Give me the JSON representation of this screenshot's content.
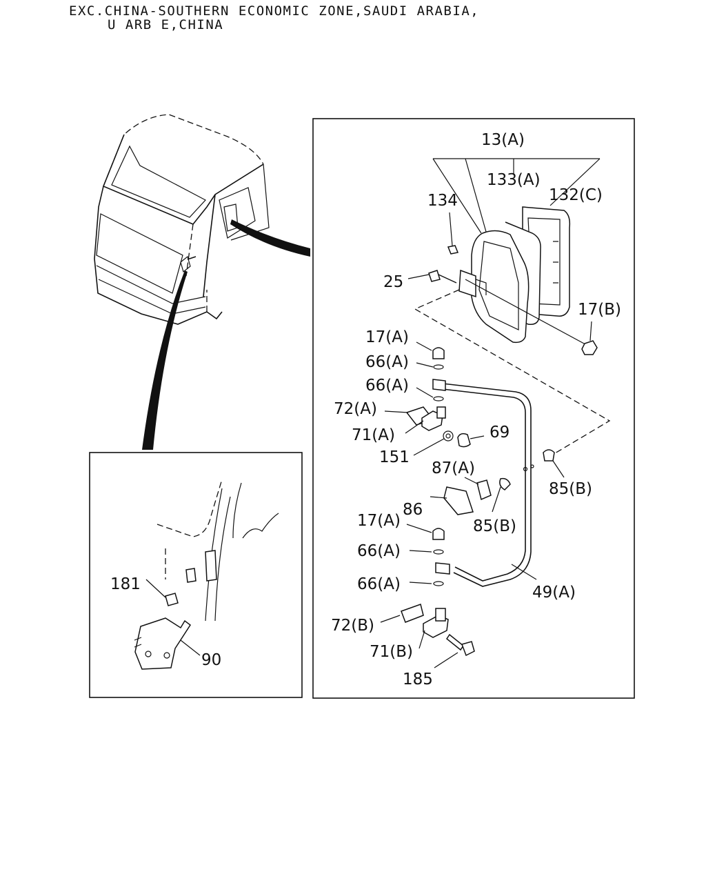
{
  "header": {
    "line1": "EXC.CHINA-SOUTHERN ECONOMIC ZONE,SAUDI ARABIA,",
    "line2": "U ARB E,CHINA"
  },
  "callouts": {
    "c13a": "13(A)",
    "c133a": "133(A)",
    "c132c": "132(C)",
    "c134": "134",
    "c25": "25",
    "c17b": "17(B)",
    "c17a_top": "17(A)",
    "c66a_1": "66(A)",
    "c66a_2": "66(A)",
    "c72a": "72(A)",
    "c71a": "71(A)",
    "c69": "69",
    "c151": "151",
    "c85b_right": "85(B)",
    "c87a": "87(A)",
    "c86": "86",
    "c85b_mid": "85(B)",
    "c17a_bottom": "17(A)",
    "c66a_3": "66(A)",
    "c66a_4": "66(A)",
    "c49a": "49(A)",
    "c72b": "72(B)",
    "c71b": "71(B)",
    "c185": "185",
    "c181": "181",
    "c90": "90"
  }
}
